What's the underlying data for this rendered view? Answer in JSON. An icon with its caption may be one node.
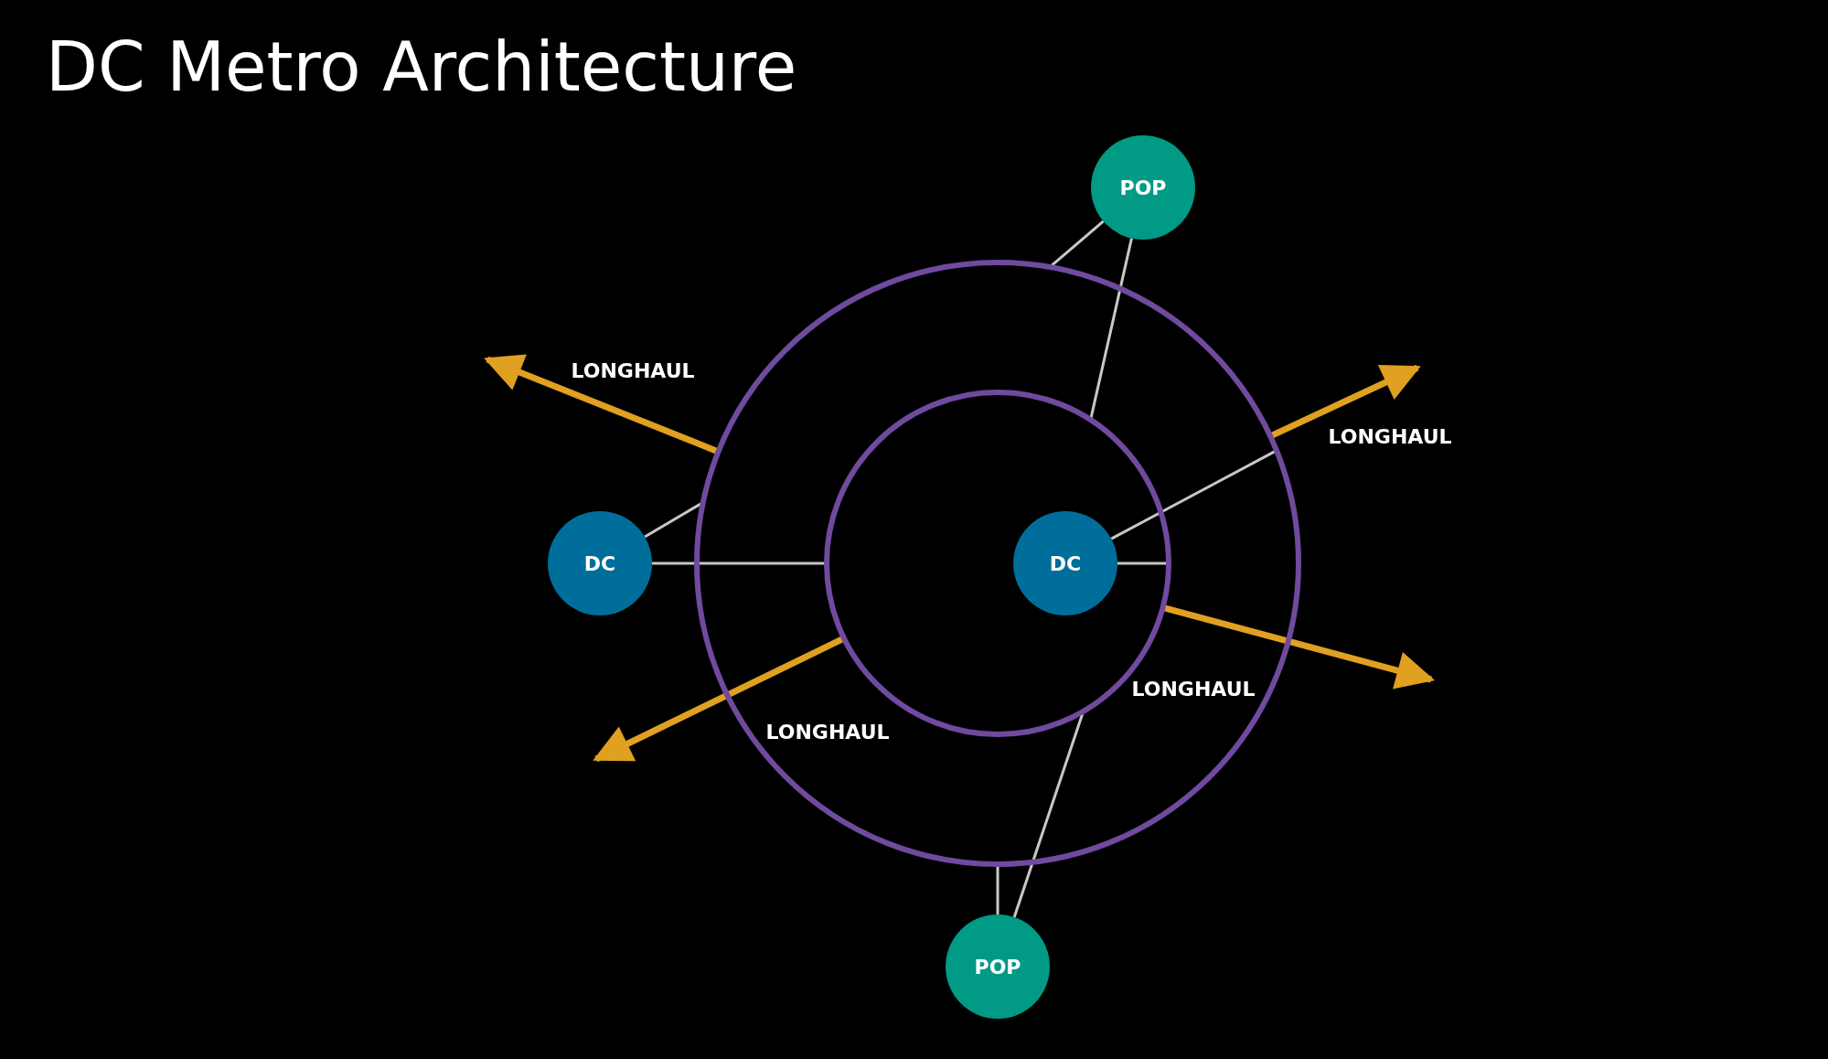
{
  "diagram": {
    "title": "DC Metro Architecture",
    "nodes": [
      {
        "text": [
          "POP"
        ]
      },
      {
        "text": [],
        "shape": "circle"
      },
      {
        "text": [],
        "shape": "circle",
        "in": 1
      },
      {
        "text": [
          "DC"
        ]
      },
      {
        "text": [
          "DC"
        ],
        "in": 2
      },
      {
        "text": [
          "POP"
        ]
      }
    ],
    "edges": [
      {
        "from": 0,
        "to": 2,
        "arrow": "none"
      },
      {
        "from": 0,
        "to": 1,
        "arrow": "none"
      },
      {
        "from": 3,
        "to": 1,
        "arrow": "none"
      },
      {
        "from": 3,
        "to": 2,
        "arrow": "none"
      },
      {
        "from": 4,
        "to": 2,
        "arrow": "none"
      },
      {
        "from": 4,
        "to": 1,
        "arrow": "none"
      },
      {
        "from": 5,
        "to": 2,
        "arrow": "none"
      },
      {
        "from": 5,
        "to": 1,
        "arrow": "none"
      },
      {
        "from": 1,
        "to": null,
        "arrow": "to",
        "label": "LONGHAUL",
        "style": "thick",
        "color": "#e0a020"
      },
      {
        "from": 1,
        "to": null,
        "arrow": "to",
        "label": "LONGHAUL",
        "style": "thick",
        "color": "#e0a020"
      },
      {
        "from": 2,
        "to": null,
        "arrow": "to",
        "label": "LONGHAUL",
        "style": "thick",
        "color": "#e0a020"
      },
      {
        "from": 2,
        "to": null,
        "arrow": "to",
        "label": "LONGHAUL",
        "style": "thick",
        "color": "#e0a020"
      }
    ]
  }
}
